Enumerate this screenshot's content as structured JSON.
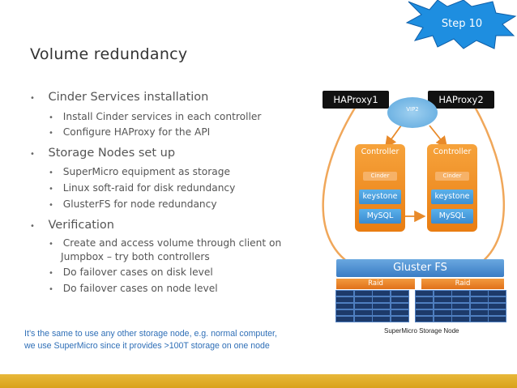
{
  "slide": {
    "title": "Volume redundancy",
    "step_badge": "Step 10",
    "sections": [
      {
        "heading": "Cinder Services installation",
        "items": [
          "Install Cinder services in each controller",
          "Configure HAProxy for the API"
        ]
      },
      {
        "heading": "Storage Nodes set up",
        "items": [
          "SuperMicro equipment as storage",
          "Linux soft-raid for disk redundancy",
          "GlusterFS for node redundancy"
        ]
      },
      {
        "heading": "Verification",
        "items": [
          "Create and access volume through client on",
          "Jumpbox – try both controllers",
          "Do failover cases on disk level",
          "Do failover cases on node level"
        ]
      }
    ],
    "note_lines": [
      "It’s the same to use any other storage node, e.g. normal computer,",
      "we use SuperMicro since it provides >100T storage on one node"
    ]
  },
  "diagram": {
    "haproxy1": "HAProxy1",
    "haproxy2": "HAProxy2",
    "vip": "VIP2",
    "controllers": [
      {
        "label": "Controller",
        "cinder": "Cinder",
        "keystone": "keystone",
        "mysql": "MySQL"
      },
      {
        "label": "Controller",
        "cinder": "Cinder",
        "keystone": "keystone",
        "mysql": "MySQL"
      }
    ],
    "gluster": "Gluster FS",
    "raids": [
      "Raid",
      "Raid"
    ],
    "storage_label": "SuperMicro Storage Node"
  },
  "colors": {
    "badge": "#1e8ee0",
    "accent_orange": "#e97d12",
    "accent_blue": "#3d8fd1",
    "note_blue": "#2f6fb7",
    "bar_gold": "#e0ab28"
  }
}
